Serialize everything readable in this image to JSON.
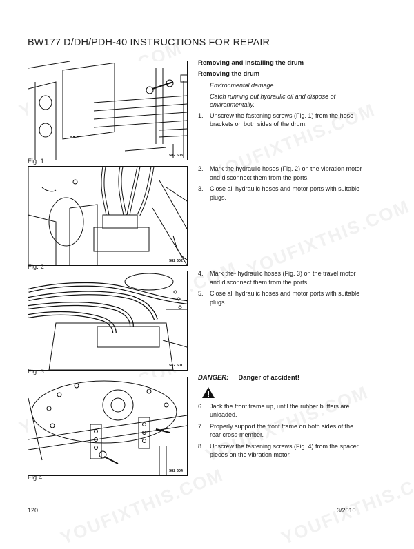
{
  "header": {
    "title": "BW177 D/DH/PDH-40 INSTRUCTIONS FOR REPAIR"
  },
  "figures": [
    {
      "caption": "Fig. 1",
      "code": "582 603"
    },
    {
      "caption": "Fig. 2",
      "code": "582 602"
    },
    {
      "caption": "Fig. 3",
      "code": "582 601"
    },
    {
      "caption": "Fig.4",
      "code": "582 604"
    }
  ],
  "content": {
    "heading_main": "Removing and installing the drum",
    "heading_sub": "Removing the drum",
    "env_label": "Environmental damage",
    "env_text": "Catch running out hydraulic oil and dispose of environmentally.",
    "steps": [
      {
        "num": "1.",
        "text": "Unscrew the fastening screws (Fig. 1) from the hose brackets on both sides of the drum."
      },
      {
        "num": "2.",
        "text": "Mark the hydraulic hoses (Fig. 2) on the vibration motor and disconnect them from the ports."
      },
      {
        "num": "3.",
        "text": "Close all hydraulic hoses and motor ports with suitable plugs."
      },
      {
        "num": "4.",
        "text": "Mark the- hydraulic hoses (Fig. 3) on the travel motor and disconnect them from the ports."
      },
      {
        "num": "5.",
        "text": "Close all hydraulic hoses and motor ports with suitable plugs."
      },
      {
        "num": "6.",
        "text": "Jack the front frame up, until the rubber buffers are unloaded."
      },
      {
        "num": "7.",
        "text": "Properly support the front frame on both sides of the rear cross-member."
      },
      {
        "num": "8.",
        "text": "Unscrew the fastening screws (Fig. 4) from the spacer pieces on the vibration motor."
      }
    ],
    "danger_label": "DANGER:",
    "danger_text": "Danger of accident!"
  },
  "footer": {
    "page_number": "120",
    "date": "3/2010"
  },
  "watermark": "YOUFIXTHIS.COM"
}
